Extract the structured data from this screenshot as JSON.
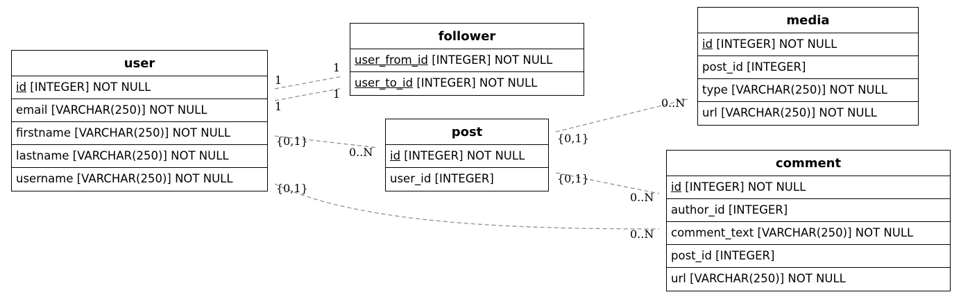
{
  "tables": {
    "user": {
      "name": "user",
      "columns": [
        {
          "key": "id",
          "type": " [INTEGER] NOT NULL"
        },
        {
          "key": "",
          "type": "email [VARCHAR(250)] NOT NULL"
        },
        {
          "key": "",
          "type": "firstname [VARCHAR(250)] NOT NULL"
        },
        {
          "key": "",
          "type": "lastname [VARCHAR(250)] NOT NULL"
        },
        {
          "key": "",
          "type": "username [VARCHAR(250)] NOT NULL"
        }
      ]
    },
    "follower": {
      "name": "follower",
      "columns": [
        {
          "key": "user_from_id",
          "type": " [INTEGER] NOT NULL"
        },
        {
          "key": "user_to_id",
          "type": " [INTEGER] NOT NULL"
        }
      ]
    },
    "post": {
      "name": "post",
      "columns": [
        {
          "key": "id",
          "type": " [INTEGER] NOT NULL"
        },
        {
          "key": "",
          "type": "user_id [INTEGER]"
        }
      ]
    },
    "media": {
      "name": "media",
      "columns": [
        {
          "key": "id",
          "type": " [INTEGER] NOT NULL"
        },
        {
          "key": "",
          "type": "post_id [INTEGER]"
        },
        {
          "key": "",
          "type": "type [VARCHAR(250)] NOT NULL"
        },
        {
          "key": "",
          "type": "url [VARCHAR(250)] NOT NULL"
        }
      ]
    },
    "comment": {
      "name": "comment",
      "columns": [
        {
          "key": "id",
          "type": " [INTEGER] NOT NULL"
        },
        {
          "key": "",
          "type": "author_id [INTEGER]"
        },
        {
          "key": "",
          "type": "comment_text [VARCHAR(250)] NOT NULL"
        },
        {
          "key": "",
          "type": "post_id [INTEGER]"
        },
        {
          "key": "",
          "type": "url [VARCHAR(250)] NOT NULL"
        }
      ]
    }
  },
  "relations": [
    {
      "from": "user",
      "to": "follower",
      "from_label": "1",
      "to_label": "1"
    },
    {
      "from": "user",
      "to": "follower",
      "from_label": "1",
      "to_label": "1"
    },
    {
      "from": "user",
      "to": "post",
      "from_label": "{0,1}",
      "to_label": "0..N"
    },
    {
      "from": "user",
      "to": "comment",
      "from_label": "{0,1}",
      "to_label": "0..N"
    },
    {
      "from": "post",
      "to": "media",
      "from_label": "{0,1}",
      "to_label": "0..N"
    },
    {
      "from": "post",
      "to": "comment",
      "from_label": "{0,1}",
      "to_label": "0..N"
    }
  ],
  "style": {
    "line_color": "#888888",
    "border_color": "#000000"
  }
}
